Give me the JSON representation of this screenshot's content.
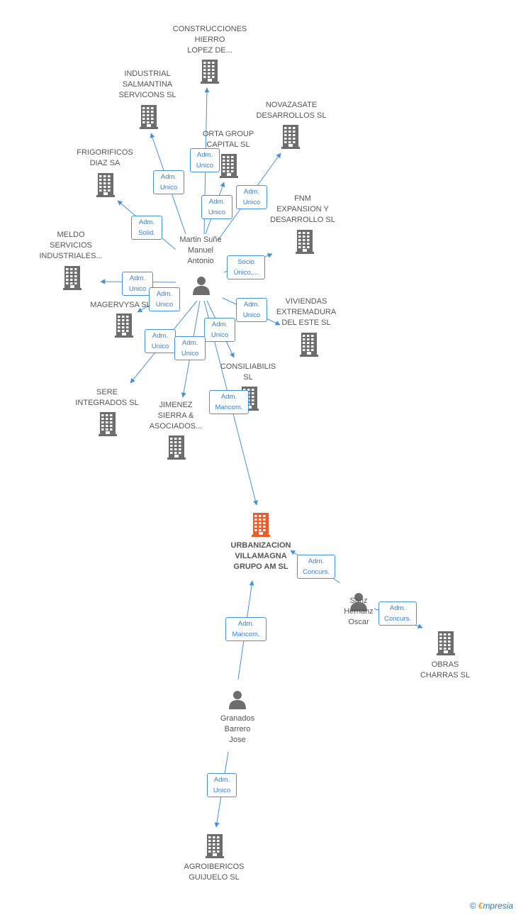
{
  "companies": [
    {
      "id": "c0",
      "label": "CONSTRUCCIONES\nHIERRO\nLOPEZ DE..."
    },
    {
      "id": "c1",
      "label": "INDUSTRIAL\nSALMANTINA\nSERVICONS  SL"
    },
    {
      "id": "c2",
      "label": "NOVAZASATE\nDESARROLLOS SL"
    },
    {
      "id": "c3",
      "label": "ORTA GROUP\nCAPITAL  SL"
    },
    {
      "id": "c4",
      "label": "FRIGORIFICOS\nDIAZ SA"
    },
    {
      "id": "c5",
      "label": "FNM\nEXPANSION Y\nDESARROLLO SL"
    },
    {
      "id": "c6",
      "label": "MELDO\nSERVICIOS\nINDUSTRIALES..."
    },
    {
      "id": "c7",
      "label": "MAGERVYSA SL"
    },
    {
      "id": "c8",
      "label": "VIVIENDAS\nEXTREMADURA\nDEL ESTE SL"
    },
    {
      "id": "c9",
      "label": "CONSILIABILIS\nSL"
    },
    {
      "id": "c10",
      "label": "SERE\nINTEGRADOS  SL"
    },
    {
      "id": "c11",
      "label": "JIMENEZ\nSIERRA &\nASOCIADOS..."
    },
    {
      "id": "c12",
      "label": "URBANIZACION\nVILLAMAGNA\nGRUPO AM SL",
      "main": true
    },
    {
      "id": "c13",
      "label": "OBRAS\nCHARRAS SL"
    },
    {
      "id": "c14",
      "label": "AGROIBERICOS\nGUIJUELO SL"
    }
  ],
  "persons": [
    {
      "id": "p0",
      "label": "Martin Suñe\nManuel\nAntonio"
    },
    {
      "id": "p1",
      "label": "Sanz\nHernanz\nOscar"
    },
    {
      "id": "p2",
      "label": "Granados\nBarrero\nJose"
    }
  ],
  "edges": [
    {
      "from": "p0",
      "to": "c0",
      "label": "Adm.\nUnico"
    },
    {
      "from": "p0",
      "to": "c1",
      "label": "Adm.\nUnico"
    },
    {
      "from": "p0",
      "to": "c3",
      "label": "Adm.\nUnico"
    },
    {
      "from": "p0",
      "to": "c2",
      "label": "Adm.\nUnico"
    },
    {
      "from": "p0",
      "to": "c4",
      "label": "Adm.\nSolid."
    },
    {
      "from": "p0",
      "to": "c5",
      "label": "Socio\nÚnico,..."
    },
    {
      "from": "p0",
      "to": "c6",
      "label": "Adm.\nUnico"
    },
    {
      "from": "p0",
      "to": "c7",
      "label": "Adm.\nUnico"
    },
    {
      "from": "p0",
      "to": "c8",
      "label": "Adm.\nUnico"
    },
    {
      "from": "p0",
      "to": "c9",
      "label": "Adm.\nUnico"
    },
    {
      "from": "p0",
      "to": "c10",
      "label": "Adm.\nUnico"
    },
    {
      "from": "p0",
      "to": "c11",
      "label": "Adm.\nUnico"
    },
    {
      "from": "p0",
      "to": "c12",
      "label": "Adm.\nMancom."
    },
    {
      "from": "p1",
      "to": "c12",
      "label": "Adm.\nConcurs."
    },
    {
      "from": "p1",
      "to": "c13",
      "label": "Adm.\nConcurs."
    },
    {
      "from": "p2",
      "to": "c12",
      "label": "Adm.\nMancom."
    },
    {
      "from": "p2",
      "to": "c14",
      "label": "Adm.\nUnico"
    }
  ],
  "footer": {
    "copyright": "©",
    "brand_e": "€",
    "brand_rest": "mpresia"
  },
  "colors": {
    "building": "#6d6d6d",
    "main_building": "#f05a28",
    "edge": "#4a90d9",
    "person": "#6d6d6d"
  }
}
